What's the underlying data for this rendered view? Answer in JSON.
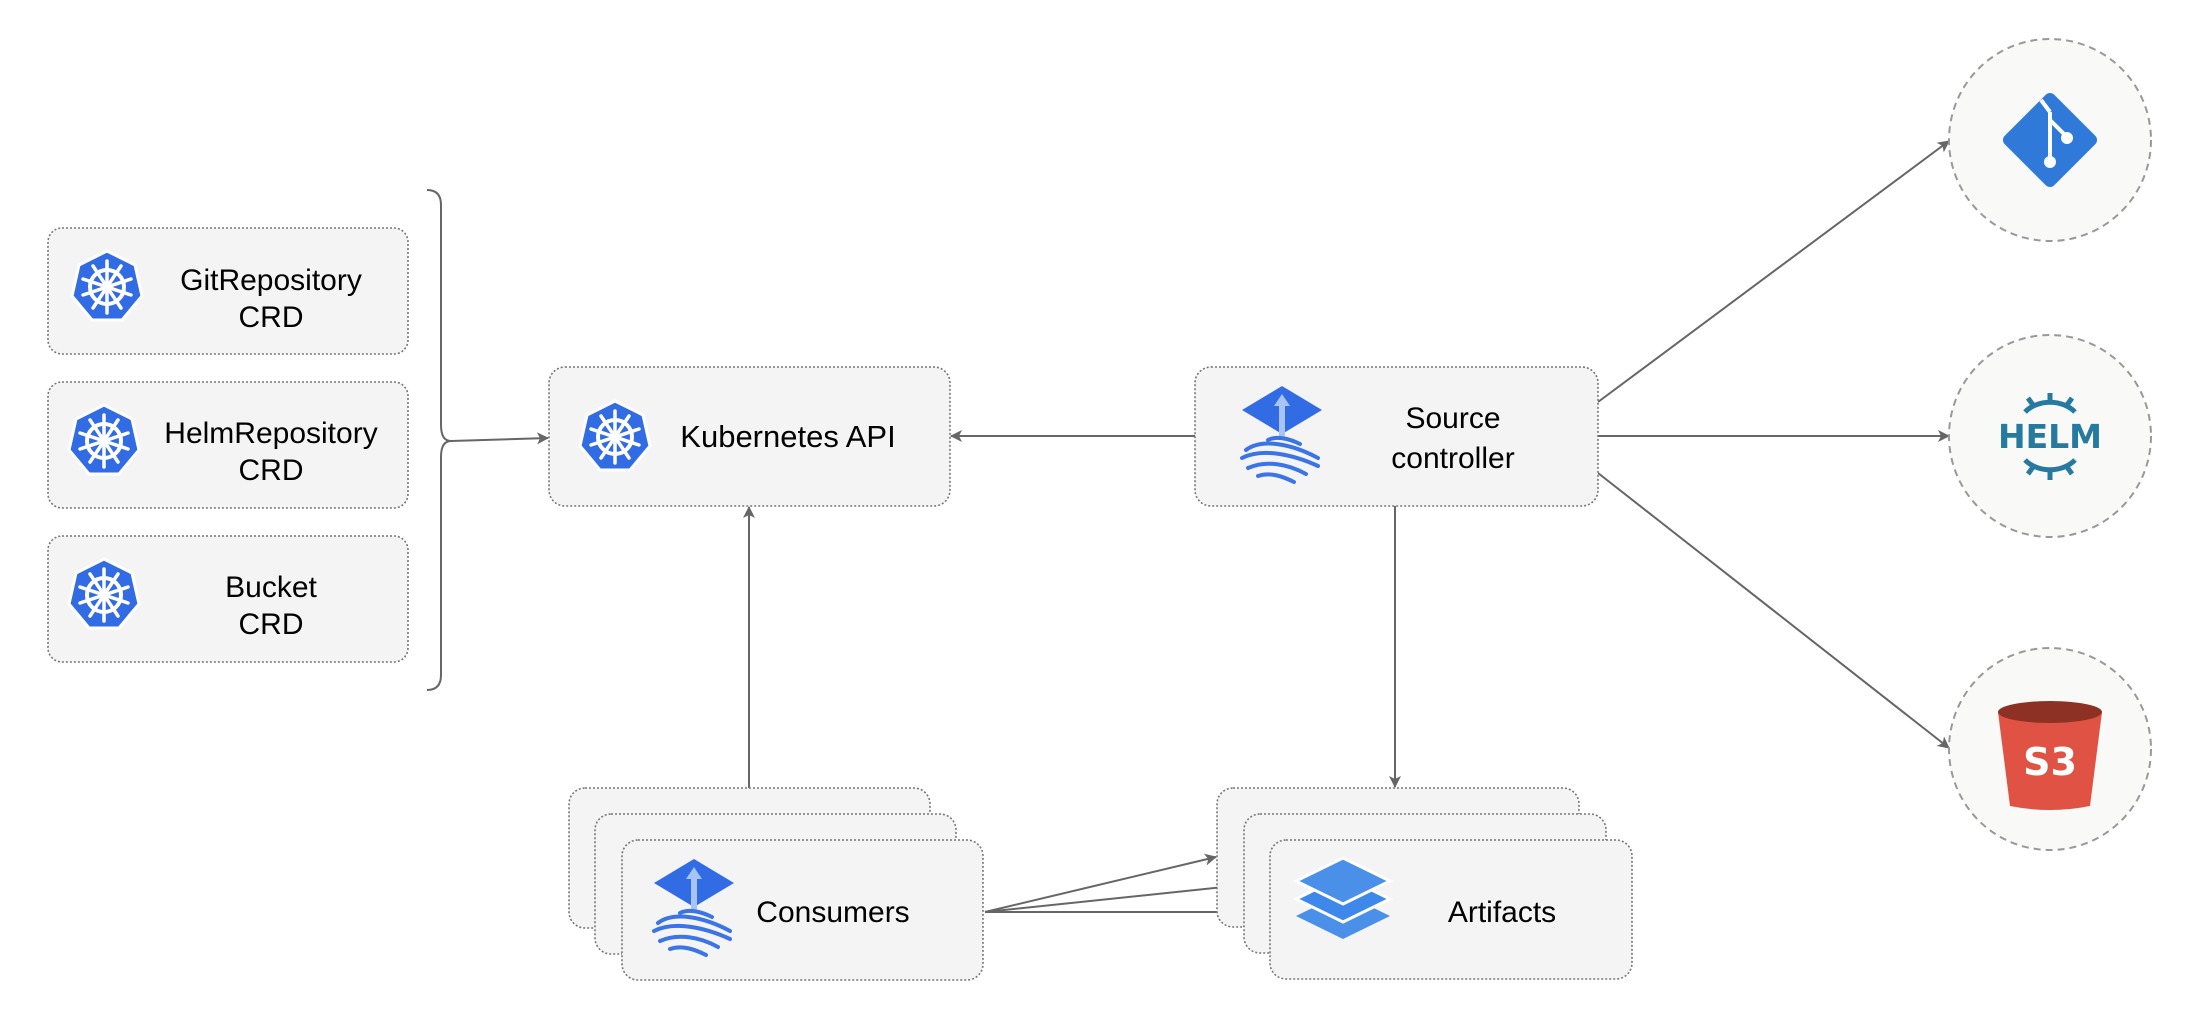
{
  "nodes": {
    "git_repository_crd": {
      "line1": "GitRepository",
      "line2": "CRD",
      "icon": "kubernetes-icon"
    },
    "helm_repository_crd": {
      "line1": "HelmRepository",
      "line2": "CRD",
      "icon": "kubernetes-icon"
    },
    "bucket_crd": {
      "line1": "Bucket",
      "line2": "CRD",
      "icon": "kubernetes-icon"
    },
    "kubernetes_api": {
      "label": "Kubernetes API",
      "icon": "kubernetes-icon"
    },
    "source_controller": {
      "line1": "Source",
      "line2": "controller",
      "icon": "flux-icon"
    },
    "consumers": {
      "label": "Consumers",
      "icon": "flux-icon"
    },
    "artifacts": {
      "label": "Artifacts",
      "icon": "layers-icon"
    },
    "git": {
      "icon": "git-icon"
    },
    "helm": {
      "icon": "helm-icon",
      "logo_text": "HELM"
    },
    "s3": {
      "icon": "s3-bucket-icon",
      "logo_text": "S3"
    }
  },
  "colors": {
    "kubernetes_blue": "#326ce5",
    "flux_blue": "#3b74e6",
    "git_blue": "#2f7ad8",
    "helm_teal": "#277a9f",
    "s3_red": "#e05243",
    "s3_dark": "#8c3123",
    "node_fill": "#f4f4f4",
    "edge": "#666666"
  }
}
